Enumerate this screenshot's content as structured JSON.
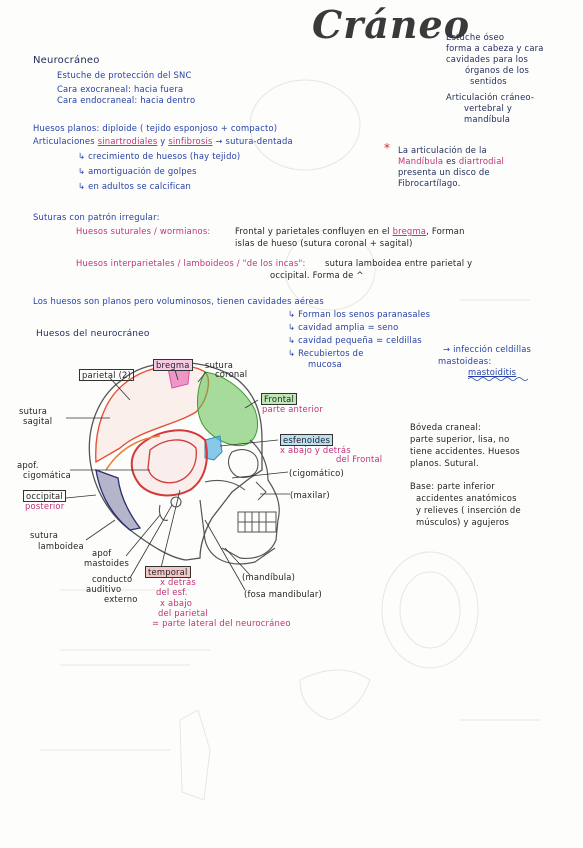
{
  "title": "Cráneo",
  "top_right": [
    "Estuche óseo",
    "forma a cabeza y cara",
    "cavidades para los",
    "órganos de los",
    "sentidos",
    "Articulación cráneo-",
    "vertebral y",
    "mandíbula"
  ],
  "neuro": {
    "heading": "Neurocráneo",
    "lines": [
      "Estuche de protección del SNC",
      "Cara exocraneal: hacia fuera",
      "Cara endocraneal: hacia dentro"
    ]
  },
  "huesos_planos": {
    "line1": "Huesos planos: diploide ( tejido esponjoso + compacto)",
    "line2a": "Articulaciones",
    "line2b": "sinartrodiales",
    "line2c": "y",
    "line2d": "sinfibrosis",
    "line2e": "→ sutura-dentada",
    "sub": [
      "crecimiento de huesos (hay tejido)",
      "amortiguación de golpes",
      "en adultos se calcifican"
    ]
  },
  "note_art": {
    "star": "*",
    "l1": "La articulación de la",
    "l2a": "Mandíbula",
    "l2b": "es",
    "l2c": "diartrodial",
    "l3": "presenta un disco de",
    "l4": "Fibrocartílago."
  },
  "suturas": {
    "heading": "Suturas con patrón irregular:",
    "w_label": "Huesos suturales / wormianos:",
    "w_l1a": "Frontal y parietales confluyen en el",
    "w_l1b": "bregma",
    "w_l1c": ", Forman",
    "w_l2": "islas de hueso  (sutura coronal + sagital)",
    "i_label": "Huesos interparietales / lamboideos / \"de los incas\":",
    "i_l1": "sutura lamboidea entre parietal y",
    "i_l2": "occipital.  Forma de ^"
  },
  "cavidades": {
    "l0": "Los huesos son planos pero voluminosos, tienen cavidades aéreas",
    "l1": "Forman los senos paranasales",
    "l2": "cavidad amplia = seno",
    "l3": "cavidad pequeña = celdillas",
    "l4": "Recubiertos de",
    "l5": "mucosa",
    "inf1": "→ infección celdillas",
    "inf2": "mastoideas:",
    "inf3": "mastoiditis"
  },
  "diagram": {
    "heading": "Huesos del neurocráneo",
    "parietal": "parietal (2)",
    "bregma": "bregma",
    "sutura_coronal": [
      "sutura",
      "coronal"
    ],
    "frontal": "Frontal",
    "frontal_sub": "parte anterior",
    "sutura_sagital": [
      "sutura",
      "sagital"
    ],
    "esfenoides": "esfenoides",
    "esf_sub": [
      "x abajo y detrás",
      "del Frontal"
    ],
    "cigomatico": "(cigomático)",
    "maxilar": "(maxilar)",
    "apof_cig": [
      "apof.",
      "cigomática"
    ],
    "occipital": "occipital",
    "occ_sub": "posterior",
    "sutura_lamboidea": [
      "sutura",
      "lamboidea"
    ],
    "apof_mast": [
      "apof",
      "mastoides"
    ],
    "conducto": [
      "conducto",
      "auditivo",
      "externo"
    ],
    "temporal": "temporal",
    "temp_sub": [
      "x detrás",
      "del esf.",
      "x abajo",
      "del parietal",
      "= parte lateral del neurocráneo"
    ],
    "mandibula": "(mandíbula)",
    "fosa": "(fosa mandibular)"
  },
  "boveda": {
    "l1": "Bóveda craneal:",
    "l2": "parte superior, lisa, no",
    "l3": "tiene accidentes. Huesos",
    "l4": "planos. Sutural.",
    "b1": "Base: parte inferior",
    "b2": "accidentes anatómicos",
    "b3": "y relieves ( inserción de",
    "b4": "músculos) y agujeros"
  },
  "colors": {
    "parietal": "#e8503a",
    "frontal": "#5fbf4f",
    "occipital": "#2a2f72",
    "temporal": "#d23a3a",
    "bregma": "#e04fa8",
    "esfenoides": "#4aaedf"
  }
}
